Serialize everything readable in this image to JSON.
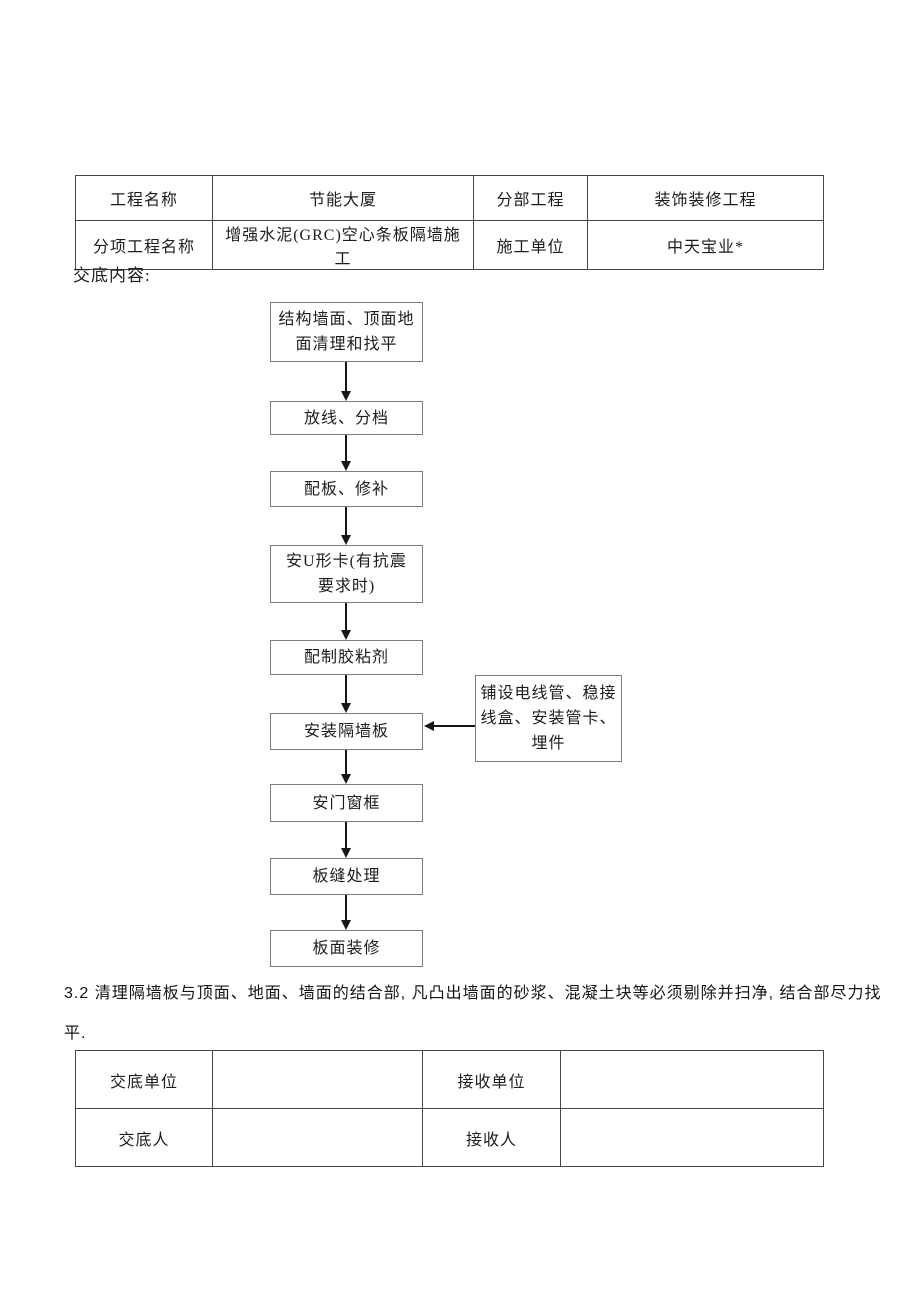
{
  "info_table": {
    "rows": [
      {
        "c0": "工程名称",
        "c1": "节能大厦",
        "c2": "分部工程",
        "c3": "装饰装修工程"
      },
      {
        "c0": "分项工程名称",
        "c1": "增强水泥(GRC)空心条板隔墙施工",
        "c2": "施工单位",
        "c3": "中天宝业*"
      }
    ]
  },
  "content_label": "交底内容:",
  "flowchart": {
    "steps": [
      {
        "label": "结构墙面、顶面地\n面清理和找平"
      },
      {
        "label": "放线、分档"
      },
      {
        "label": "配板、修补"
      },
      {
        "label": "安U形卡(有抗震\n要求时)"
      },
      {
        "label": "配制胶粘剂"
      },
      {
        "label": "安装隔墙板"
      },
      {
        "label": "安门窗框"
      },
      {
        "label": "板缝处理"
      },
      {
        "label": "板面装修"
      }
    ],
    "side_box": {
      "label": "铺设电线管、稳接\n线盒、安装管卡、\n埋件"
    }
  },
  "paragraph": "3.2 清理隔墙板与顶面、地面、墙面的结合部, 凡凸出墙面的砂浆、混凝土块等必须剔除并扫净, 结合部尽力找\n平.",
  "sign_table": {
    "rows": [
      {
        "c0": "交底单位",
        "c1": "",
        "c2": "接收单位",
        "c3": ""
      },
      {
        "c0": "交底人",
        "c1": "",
        "c2": "接收人",
        "c3": ""
      }
    ]
  },
  "colors": {
    "text": "#1d1d1d",
    "table_border": "#454545",
    "flow_box_border": "#7e7e7e",
    "arrow": "#161616",
    "background": "#ffffff"
  }
}
